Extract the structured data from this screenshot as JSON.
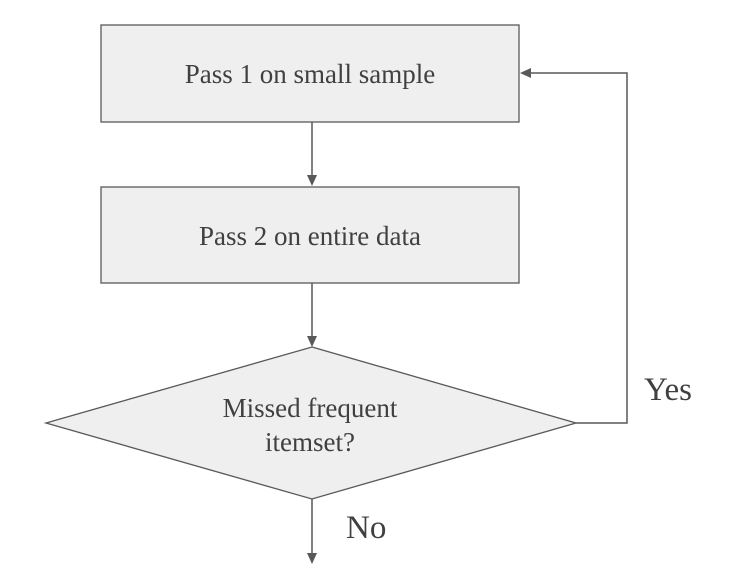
{
  "diagram": {
    "nodes": {
      "pass1": {
        "label": "Pass 1 on small sample"
      },
      "pass2": {
        "label": "Pass 2 on entire data"
      },
      "decision": {
        "label_line1": "Missed frequent",
        "label_line2": "itemset?"
      }
    },
    "edges": {
      "yes_label": "Yes",
      "no_label": "No"
    },
    "colors": {
      "node_fill": "#efefef",
      "stroke": "#595959",
      "text": "#404040"
    }
  }
}
